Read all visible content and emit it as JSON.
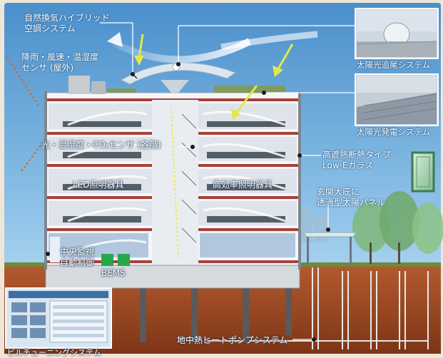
{
  "labels": {
    "hybrid_ac": "自然換気ハイブリッド\n空調システム",
    "rain_sensor": "降雨・風速・温湿度\nセンサ (屋外)",
    "light_sensor": "光・温湿度・CO₂センサ (各階)",
    "led": "LED照明器具",
    "efficient_light": "高効率照明器具",
    "central_monitor": "中央監視\n自動制御",
    "bems": "BEMS",
    "tuning": "ビルチューニングシステム",
    "geothermal": "地中熱ヒートポンプシステム",
    "solar_tracking": "太陽光追尾システム",
    "solar_power": "太陽光発電システム",
    "lowe_glass": "高遮熱断熱タイプ\nLow-Eガラス",
    "entrance_panel": "玄関大庇に\n透過型太陽パネル"
  },
  "colors": {
    "sky_top": "#4a8fcb",
    "sky_bottom": "#bfe0f3",
    "ground": "#9b4a26",
    "bems_green": "#27a84a",
    "floor_red": "#a8413a",
    "arrow_yellow": "#e4e84a"
  }
}
